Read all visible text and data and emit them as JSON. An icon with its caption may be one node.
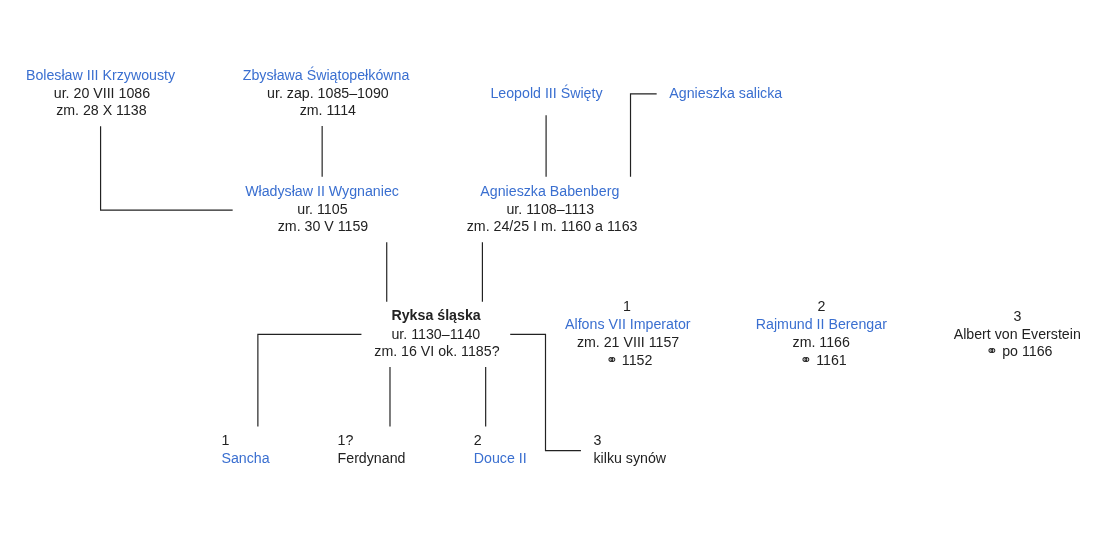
{
  "diagram": {
    "nodes": [
      {
        "text": [
          "Bolesław III Krzywousty",
          "ur. 20 VIII 1086",
          "zm. 28 X 1138"
        ]
      },
      {
        "text": [
          "Zbysława Świątopełkówna",
          "ur. zap. 1085–1090",
          "zm. 1114"
        ]
      },
      {
        "text": [
          "Leopold III Święty"
        ]
      },
      {
        "text": [
          "Agnieszka salicka"
        ]
      },
      {
        "text": [
          "Władysław II Wygnaniec",
          "ur. 1105",
          "zm. 30 V 1159"
        ]
      },
      {
        "text": [
          "Agnieszka Babenberg",
          "ur. 1108–1113",
          "zm. 24/25 I m. 1160 a 1163"
        ]
      },
      {
        "text": [
          "1",
          "Alfons VII Imperator",
          "zm. 21 VIII 1157",
          "⚭ 1152"
        ]
      },
      {
        "text": [
          "2",
          "Rajmund II Berengar",
          "zm. 1166",
          "⚭ 1161"
        ]
      },
      {
        "text": [
          "Ryksa śląska",
          "ur. 1130–1140",
          "zm. 16 VI ok. 1185?"
        ]
      },
      {
        "text": [
          "3",
          "Albert von Everstein",
          "⚭ po 1166"
        ]
      },
      {
        "text": [
          "Sancha"
        ],
        "beside": [
          "1"
        ]
      },
      {
        "text": [
          "Ferdynand"
        ],
        "beside": [
          "1?"
        ]
      },
      {
        "text": [
          "Douce II"
        ],
        "beside": [
          "2"
        ]
      },
      {
        "text": [
          "kilku synów"
        ],
        "beside": [
          "3"
        ]
      }
    ],
    "edges": [
      {
        "from": 0,
        "to": 4,
        "arrow": "none"
      },
      {
        "from": 1,
        "to": 4,
        "arrow": "none"
      },
      {
        "from": 2,
        "to": 5,
        "arrow": "none"
      },
      {
        "from": 3,
        "to": 5,
        "arrow": "none"
      },
      {
        "from": 4,
        "to": 8,
        "arrow": "none"
      },
      {
        "from": 5,
        "to": 8,
        "arrow": "none"
      },
      {
        "from": 8,
        "to": 10,
        "arrow": "none"
      },
      {
        "from": 8,
        "to": 11,
        "arrow": "none"
      },
      {
        "from": 8,
        "to": 12,
        "arrow": "none"
      },
      {
        "from": 8,
        "to": 13,
        "arrow": "none"
      }
    ]
  }
}
